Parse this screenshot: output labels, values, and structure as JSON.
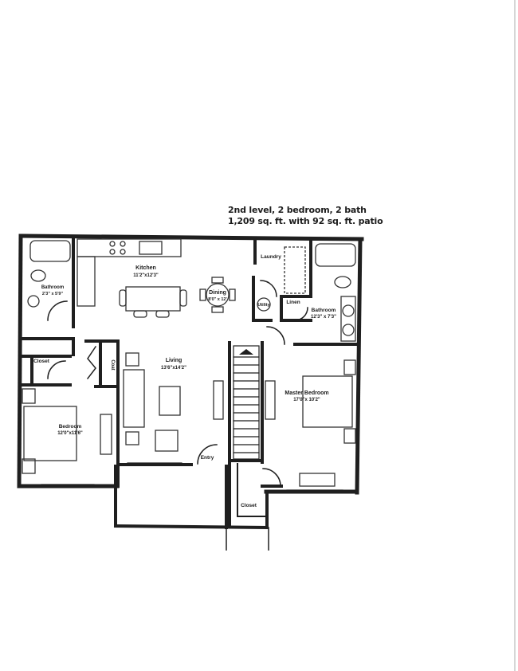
{
  "caption": {
    "line1": "2nd level, 2 bedroom, 2 bath",
    "line2": "1,209 sq. ft. with 92 sq. ft. patio"
  },
  "rooms": {
    "kitchen": {
      "name": "Kitchen",
      "size": "11'2\"x12'3\""
    },
    "dining": {
      "name": "Dining",
      "size": "8'0\" x 12'"
    },
    "laundry": {
      "name": "Laundry"
    },
    "utility": {
      "name": "Utility"
    },
    "linen": {
      "name": "Linen"
    },
    "bathroom_left": {
      "name": "Bathroom",
      "size": "2'3\" x 5'9\""
    },
    "bathroom_right": {
      "name": "Bathroom",
      "size": "12'3\" x 7'3\""
    },
    "closet_left": {
      "name": "Closet"
    },
    "coat_closet": {
      "name": "Coat"
    },
    "living": {
      "name": "Living",
      "size": "13'6\"x14'2\""
    },
    "bedroom": {
      "name": "Bedroom",
      "size": "12'0\"x11'6\""
    },
    "master_bedroom": {
      "name": "Master Bedroom",
      "size": "17'0\"x 10'2\""
    },
    "entry": {
      "name": "Entry"
    },
    "closet_entry": {
      "name": "Closet"
    }
  },
  "colors": {
    "wall": "#1f1f1f",
    "fixture": "#333333",
    "background": "#ffffff"
  }
}
